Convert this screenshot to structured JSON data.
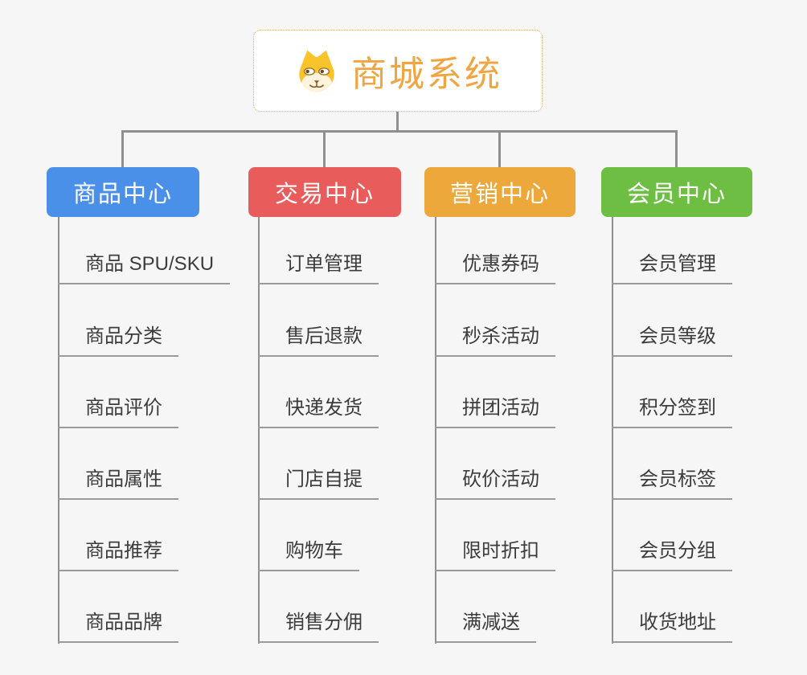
{
  "root": {
    "title": "商城系统",
    "icon": "dog-face-icon"
  },
  "branches": [
    {
      "label": "商品中心",
      "color": "#4A90E8",
      "children": [
        "商品 SPU/SKU",
        "商品分类",
        "商品评价",
        "商品属性",
        "商品推荐",
        "商品品牌"
      ]
    },
    {
      "label": "交易中心",
      "color": "#E85C5C",
      "children": [
        "订单管理",
        "售后退款",
        "快递发货",
        "门店自提",
        "购物车",
        "销售分佣"
      ]
    },
    {
      "label": "营销中心",
      "color": "#ECA83B",
      "children": [
        "优惠券码",
        "秒杀活动",
        "拼团活动",
        "砍价活动",
        "限时折扣",
        "满减送"
      ]
    },
    {
      "label": "会员中心",
      "color": "#6FBE44",
      "children": [
        "会员管理",
        "会员等级",
        "积分签到",
        "会员标签",
        "会员分组",
        "收货地址"
      ]
    }
  ],
  "colors": {
    "background": "#F6F6F6",
    "connector": "#8F8F8F",
    "leaf_underline": "#9A9A9A",
    "leaf_text": "#3C3C3C",
    "root_border": "#EFAE55",
    "root_text": "#F0A541",
    "branch_text": "#FFFFFF"
  }
}
